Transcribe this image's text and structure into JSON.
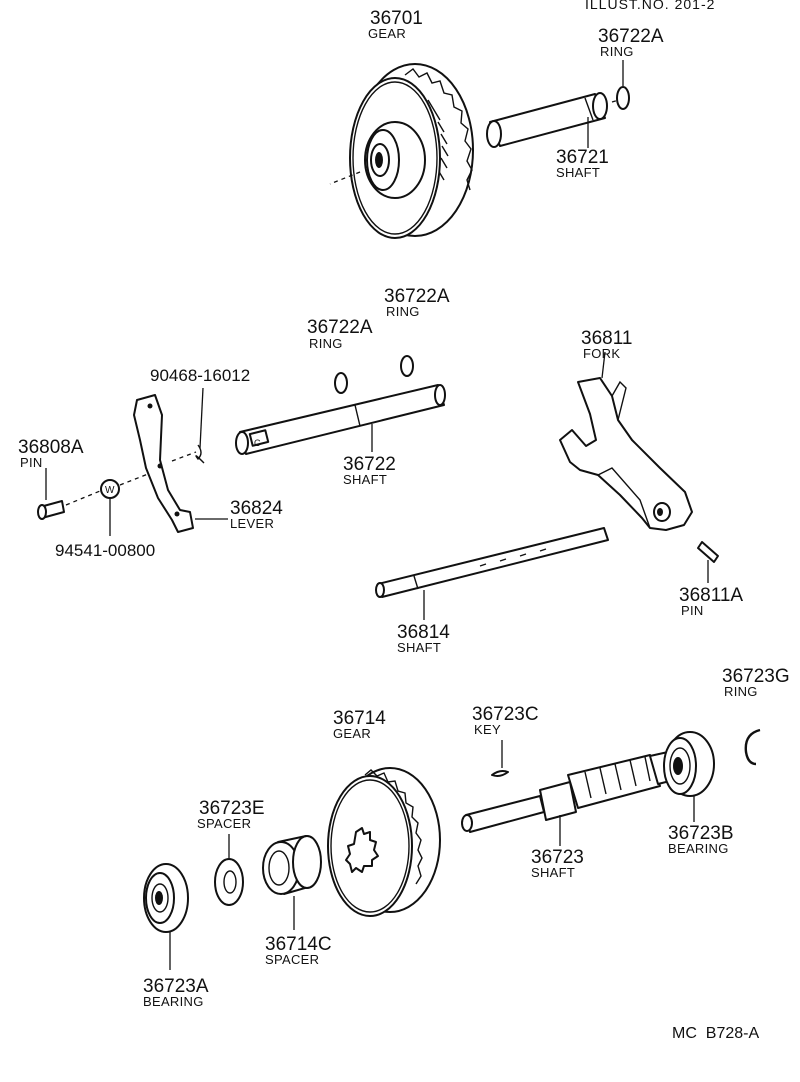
{
  "header": {
    "text": "ILLUST.NO. 201-2"
  },
  "parts": {
    "p36701": {
      "number": "36701",
      "name": "GEAR"
    },
    "p36722A_top": {
      "number": "36722A",
      "name": "RING"
    },
    "p36721": {
      "number": "36721",
      "name": "SHAFT"
    },
    "p36722A_r": {
      "number": "36722A",
      "name": "RING"
    },
    "p36722A_l": {
      "number": "36722A",
      "name": "RING"
    },
    "p90468": {
      "number": "90468-16012"
    },
    "p36808A": {
      "number": "36808A",
      "name": "PIN"
    },
    "p36722": {
      "number": "36722",
      "name": "SHAFT"
    },
    "p36824": {
      "number": "36824",
      "name": "LEVER"
    },
    "p94541": {
      "number": "94541-00800",
      "washer_mark": "W"
    },
    "p36811": {
      "number": "36811",
      "name": "FORK"
    },
    "p36811A": {
      "number": "36811A",
      "name": "PIN"
    },
    "p36814": {
      "number": "36814",
      "name": "SHAFT"
    },
    "p36714": {
      "number": "36714",
      "name": "GEAR"
    },
    "p36723C": {
      "number": "36723C",
      "name": "KEY"
    },
    "p36723G": {
      "number": "36723G",
      "name": "RING"
    },
    "p36723E": {
      "number": "36723E",
      "name": "SPACER"
    },
    "p36723": {
      "number": "36723",
      "name": "SHAFT"
    },
    "p36723B": {
      "number": "36723B",
      "name": "BEARING"
    },
    "p36714C": {
      "number": "36714C",
      "name": "SPACER"
    },
    "p36723A": {
      "number": "36723A",
      "name": "BEARING"
    }
  },
  "footer": {
    "code": "MC  B728-A"
  }
}
